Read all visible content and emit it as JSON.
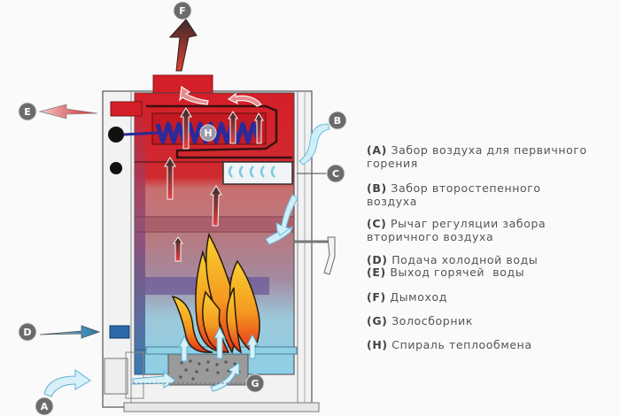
{
  "diagram": {
    "title_hidden": "",
    "badges": {
      "A": "A",
      "B": "B",
      "C": "C",
      "D": "D",
      "E": "E",
      "F": "F",
      "G": "G",
      "H": "H"
    },
    "colors": {
      "hot": "#d8202a",
      "cold": "#3a8ec0",
      "badge": "#6b6b6b",
      "coil": "#2a2a9a",
      "air": "#bfe8f2",
      "flame_top": "#f6c22a",
      "flame_bottom": "#e8401a"
    }
  },
  "legend": [
    {
      "key": "(A)",
      "line1": "Забор воздуха для первичного",
      "line2": "горения"
    },
    {
      "key": "(B)",
      "line1": "Забор второстепенного",
      "line2": "воздуха"
    },
    {
      "key": "(C)",
      "line1": "Рычаг регуляции забора",
      "line2": "вторичного воздуха"
    },
    {
      "key": "(D)",
      "line1": "Подача холодной воды",
      "line2": ""
    },
    {
      "key": "(E)",
      "line1": "Выход горячей  воды",
      "line2": ""
    },
    {
      "key": "(F)",
      "line1": "Дымоход",
      "line2": ""
    },
    {
      "key": "(G)",
      "line1": "Золосборник",
      "line2": ""
    },
    {
      "key": "(H)",
      "line1": "Спираль теплообмена",
      "line2": ""
    }
  ]
}
